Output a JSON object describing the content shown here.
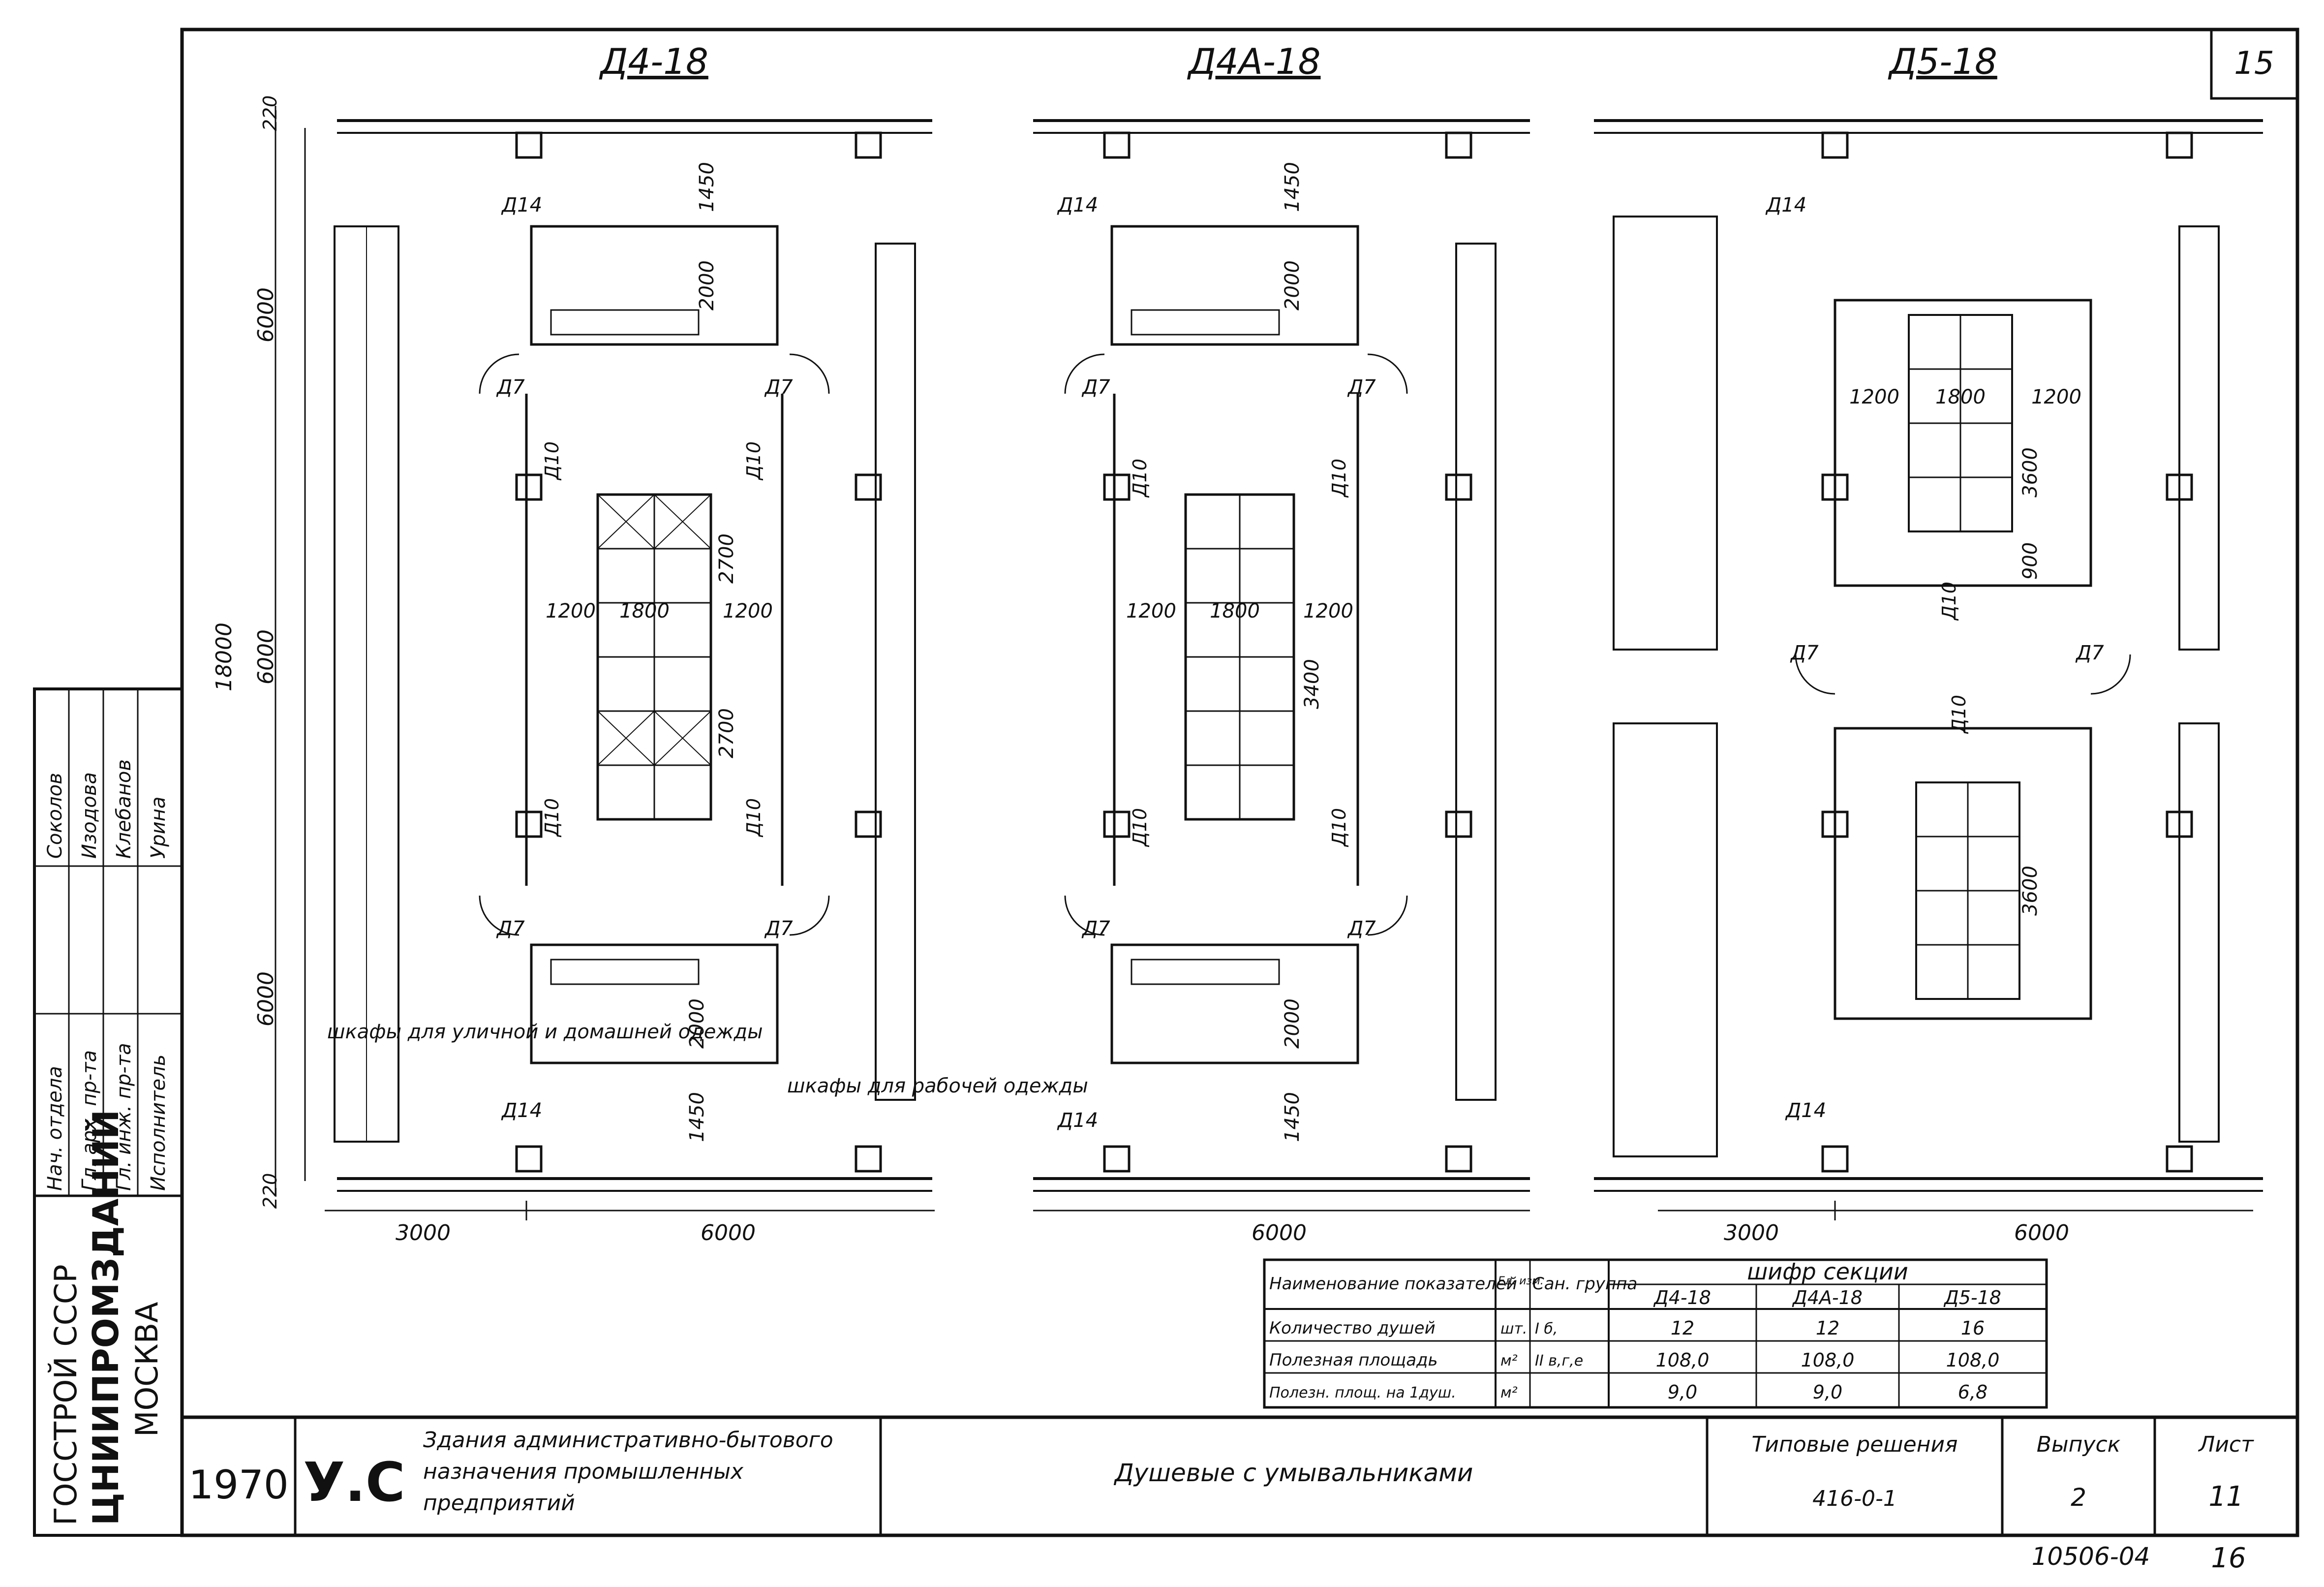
{
  "sheet_number_top": "15",
  "sheet_footer": {
    "doc_code": "10506-04",
    "page": "16"
  },
  "plans": [
    {
      "title": "Д4-18",
      "left_dims": [
        "220",
        "6000",
        "18000",
        "6000",
        "6000",
        "220"
      ],
      "inner_dims": [
        "1450",
        "2000",
        "2700",
        "2700",
        "2000",
        "1450"
      ],
      "mid_dims": [
        "1200",
        "1800",
        "1200"
      ],
      "doors": [
        "Д14",
        "Д7",
        "Д7",
        "Д10",
        "Д10",
        "Д10",
        "Д10",
        "Д7",
        "Д7",
        "Д14"
      ],
      "bottom_dims": [
        "3000",
        "6000"
      ],
      "notes": [
        "шкафы для уличной и домашней одежды",
        "шкафы для рабочей одежды"
      ]
    },
    {
      "title": "Д4А-18",
      "inner_dims": [
        "1450",
        "2000",
        "3400",
        "2000",
        "1450"
      ],
      "mid_dims": [
        "1200",
        "1800",
        "1200"
      ],
      "doors": [
        "Д14",
        "Д7",
        "Д7",
        "Д10",
        "Д10",
        "Д10",
        "Д10",
        "Д7",
        "Д7",
        "Д14"
      ],
      "bottom_dims": [
        "6000"
      ]
    },
    {
      "title": "Д5-18",
      "inner_dims": [
        "1200",
        "1800",
        "1200",
        "3600",
        "900",
        "3600"
      ],
      "doors": [
        "Д14",
        "Д10",
        "Д7",
        "Д7",
        "Д10",
        "Д14"
      ],
      "bottom_dims": [
        "3000",
        "6000"
      ]
    }
  ],
  "table": {
    "header_name": "Наименование показателей",
    "header_unit": "Ед. изм.",
    "header_group": "Сан. группа",
    "header_cipher": "шифр секции",
    "columns": [
      "Д4-18",
      "Д4А-18",
      "Д5-18"
    ],
    "rows": [
      {
        "name": "Количество душей",
        "unit": "шт.",
        "group": "I б,",
        "values": [
          "12",
          "12",
          "16"
        ]
      },
      {
        "name": "Полезная площадь",
        "unit": "м²",
        "group": "II в,г,е",
        "values": [
          "108,0",
          "108,0",
          "108,0"
        ]
      },
      {
        "name": "Полезн. площ. на 1душ.",
        "unit": "м²",
        "group": "",
        "values": [
          "9,0",
          "9,0",
          "6,8"
        ]
      }
    ]
  },
  "title_block": {
    "year": "1970",
    "series": "У.С",
    "subject": "Здания административно-бытового назначения промышленных предприятий",
    "drawing_title": "Душевые с умывальниками",
    "typical_label": "Типовые решения",
    "typical_code": "416-0-1",
    "issue_label": "Выпуск",
    "issue_value": "2",
    "sheet_label": "Лист",
    "sheet_value": "11"
  },
  "stamp": {
    "org_line1": "ГОССТРОЙ СССР",
    "org_line2": "ЦНИИПРОМЗДАНИЙ",
    "org_line3": "МОСКВА",
    "roles": [
      "Нач. отдела",
      "Гл. арх. пр-та",
      "Гл. инж. пр-та",
      "Исполнитель"
    ],
    "names": [
      "Соколов",
      "Изодова",
      "Клебанов",
      "Урина"
    ]
  }
}
